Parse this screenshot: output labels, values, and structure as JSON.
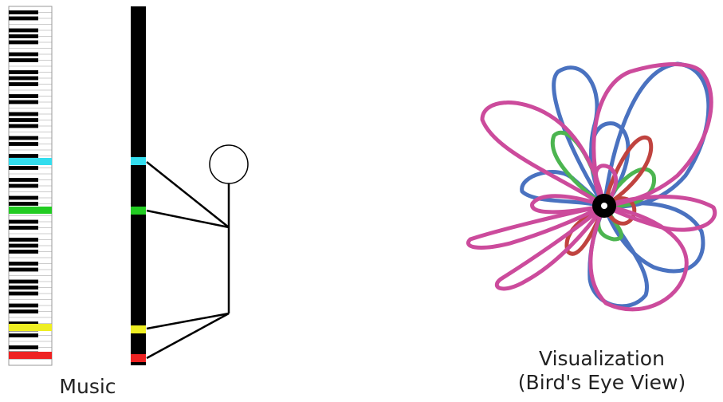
{
  "captions": {
    "music": "Music",
    "visualization_line1": "Visualization",
    "visualization_line2": "(Bird's Eye View)"
  },
  "colors": {
    "note_cyan": "#33ddee",
    "note_green": "#22cc22",
    "note_yellow": "#eeee22",
    "note_red": "#ee2222",
    "loop_blue": "#4a72c0",
    "loop_pink": "#cc4b9c",
    "loop_green": "#4cb550",
    "loop_red": "#c0433f",
    "key_black": "#000000",
    "key_line": "#999999"
  },
  "highlighted_notes": [
    "cyan",
    "green",
    "yellow",
    "red"
  ]
}
